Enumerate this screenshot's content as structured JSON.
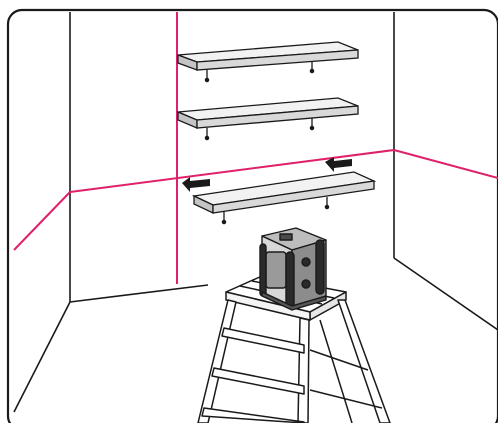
{
  "colors": {
    "line": "#1a1a1a",
    "laser": "#e0206a",
    "shelf_top": "#f2f2f2",
    "shelf_front": "#d9d9d9",
    "shelf_side": "#c4c4c4",
    "device_body": "#d8d8d8",
    "device_dark": "#2a2a2a",
    "device_window": "#9a9a9a",
    "ladder_fill": "#ffffff",
    "arrow": "#1a1a1a",
    "panel_bg": "#ffffff"
  },
  "icons": {
    "laser_device": "cross-line-laser-level-icon",
    "ladder": "step-ladder-icon",
    "arrows": "move-up-arrow-icon"
  },
  "scene": {
    "subject": "shelf-alignment-with-laser-level",
    "laser_lines": [
      "vertical",
      "horizontal"
    ],
    "shelf_count": 3
  }
}
